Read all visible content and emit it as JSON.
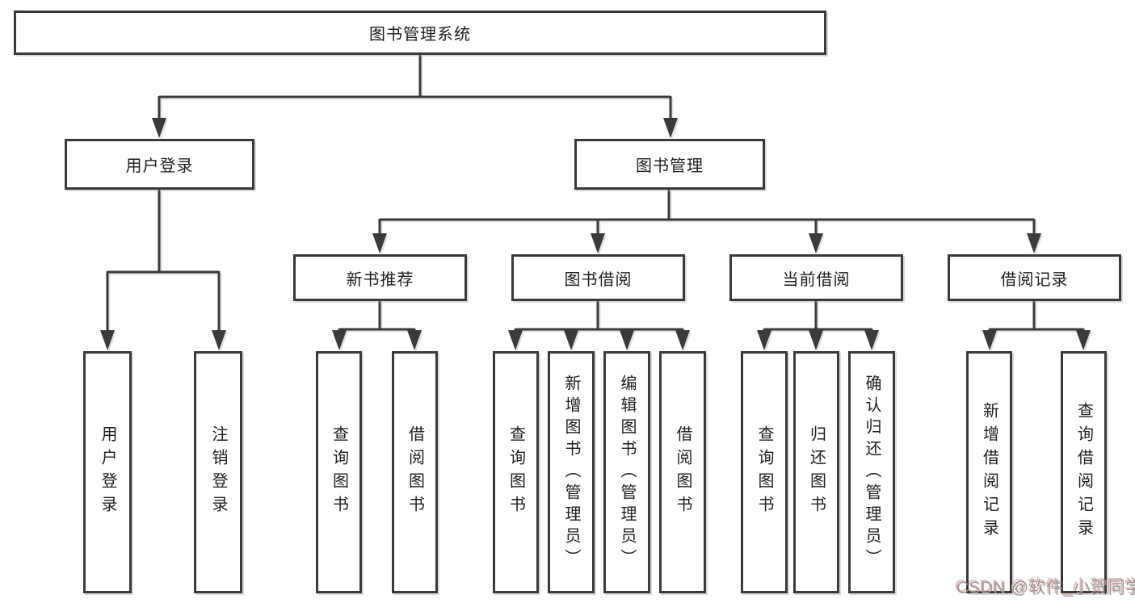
{
  "diagram": {
    "root": {
      "label": "图书管理系统"
    },
    "level1": [
      {
        "label": "用户登录",
        "children": [
          {
            "label": "用户登录"
          },
          {
            "label": "注销登录"
          }
        ]
      },
      {
        "label": "图书管理",
        "sections": [
          {
            "label": "新书推荐",
            "children": [
              {
                "label": "查询图书"
              },
              {
                "label": "借阅图书"
              }
            ]
          },
          {
            "label": "图书借阅",
            "children": [
              {
                "label": "查询图书"
              },
              {
                "label": "新增图书（管理员）"
              },
              {
                "label": "编辑图书（管理员）"
              },
              {
                "label": "借阅图书"
              }
            ]
          },
          {
            "label": "当前借阅",
            "children": [
              {
                "label": "查询图书"
              },
              {
                "label": "归还图书"
              },
              {
                "label": "确认归还（管理员）"
              }
            ]
          },
          {
            "label": "借阅记录",
            "children": [
              {
                "label": "新增借阅记录"
              },
              {
                "label": "查询借阅记录"
              }
            ]
          }
        ]
      }
    ],
    "colors": {
      "line": "#3a3a3a",
      "box_border": "#3a3a3a",
      "text": "#1e1e1e",
      "background": "#ffffff",
      "watermark_gray": "#9a9a9a",
      "watermark_red": "#dea0a0"
    }
  },
  "watermark": {
    "text": "CSDN @软件_小贺同学"
  }
}
